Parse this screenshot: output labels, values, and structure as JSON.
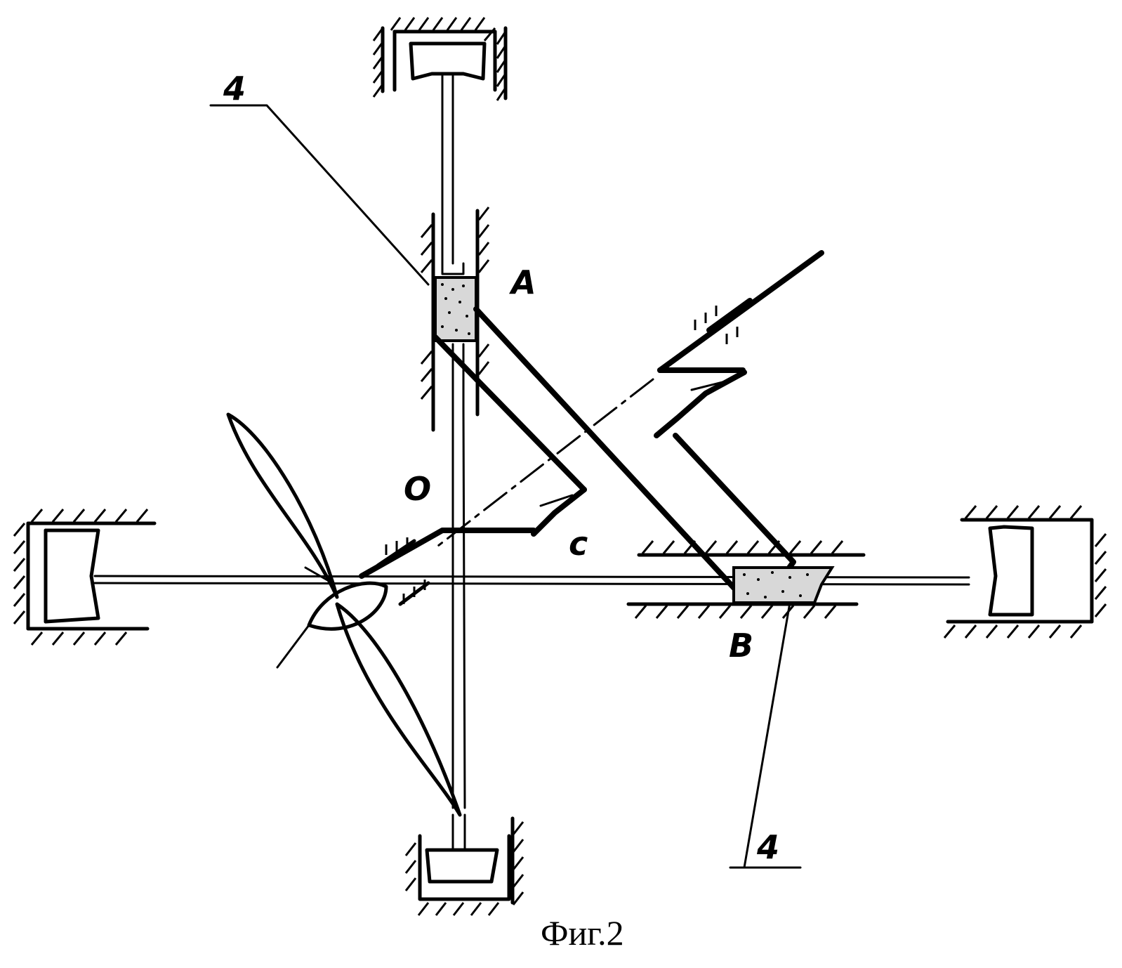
{
  "figure": {
    "caption": "Фиг.2",
    "labels": {
      "point_a": "A",
      "point_b": "B",
      "point_c": "c",
      "point_o": "O",
      "ref_top": "4",
      "ref_bottom": "4"
    }
  }
}
